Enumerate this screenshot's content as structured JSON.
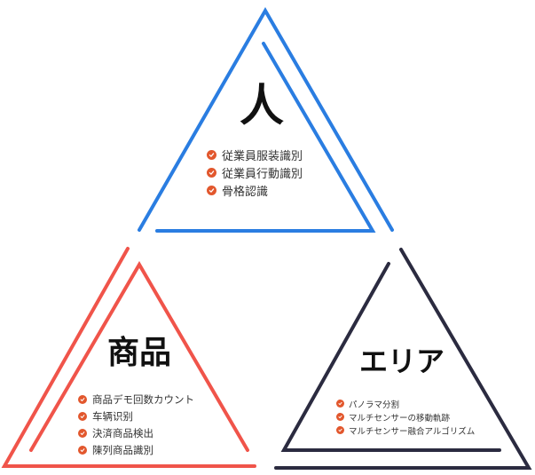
{
  "person": {
    "title": "人",
    "color": "#2a7de1",
    "items": [
      "従業員服装識別",
      "従業員行動識別",
      "骨格認識"
    ]
  },
  "product": {
    "title": "商品",
    "color": "#f0544a",
    "items": [
      "商品デモ回数カウント",
      "车辆识别",
      "決済商品検出",
      "陳列商品識別"
    ]
  },
  "area": {
    "title": "エリア",
    "color": "#2b2b40",
    "items": [
      "パノラマ分割",
      "マルチセンサーの移動軌跡",
      "マルチセンサー融合アルゴリズム"
    ]
  },
  "check_icon_color": "#e2572d"
}
